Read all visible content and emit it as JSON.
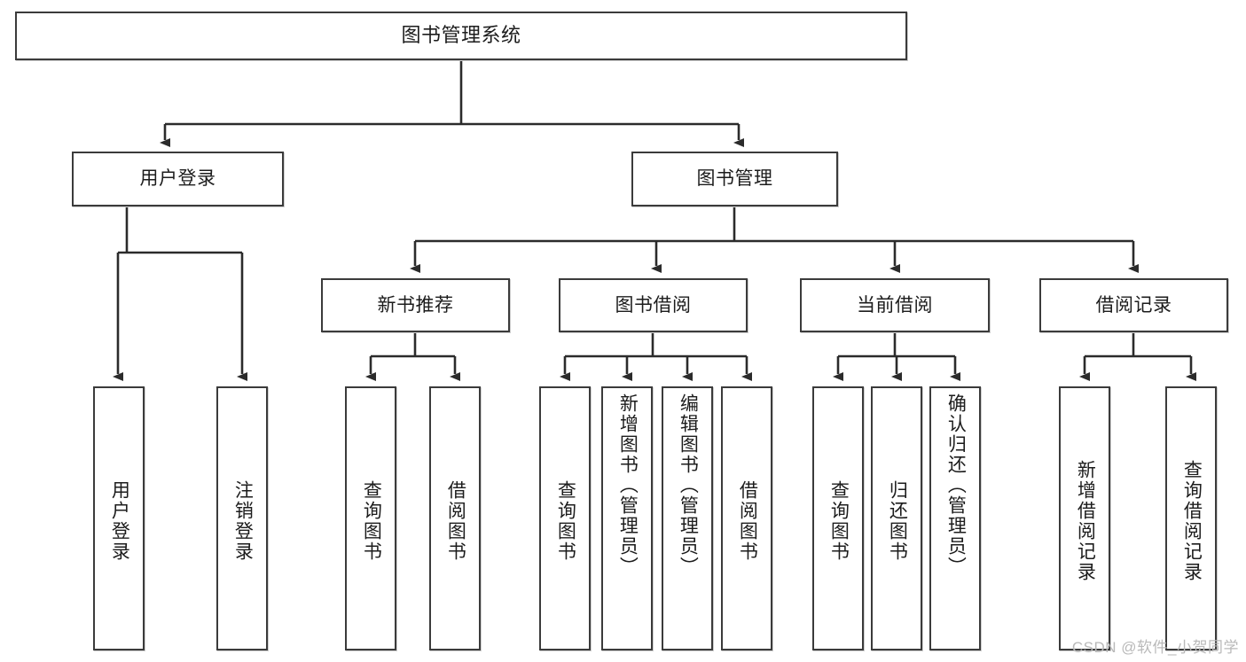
{
  "diagram": {
    "title": "图书管理系统",
    "type": "tree-hierarchy-diagram",
    "colors": {
      "box_border": "#3b3b3b",
      "box_fill": "#ffffff",
      "connector": "#2b2b2b",
      "text": "#1c1c1c",
      "watermark": "#b9b9b9"
    },
    "root": {
      "label": "图书管理系统"
    },
    "level2": [
      {
        "label": "用户登录"
      },
      {
        "label": "图书管理"
      }
    ],
    "level3": [
      {
        "label": "新书推荐"
      },
      {
        "label": "图书借阅"
      },
      {
        "label": "当前借阅"
      },
      {
        "label": "借阅记录"
      }
    ],
    "leaves": {
      "user_login": [
        {
          "label": "用户登录"
        },
        {
          "label": "注销登录"
        }
      ],
      "new_book_recommend": [
        {
          "label": "查询图书"
        },
        {
          "label": "借阅图书"
        }
      ],
      "book_borrow": [
        {
          "label": "查询图书"
        },
        {
          "label": "新增图书（管理员）"
        },
        {
          "label": "编辑图书（管理员）"
        },
        {
          "label": "借阅图书"
        }
      ],
      "current_borrow": [
        {
          "label": "查询图书"
        },
        {
          "label": "归还图书"
        },
        {
          "label": "确认归还（管理员）"
        }
      ],
      "borrow_record": [
        {
          "label": "新增借阅记录"
        },
        {
          "label": "查询借阅记录"
        }
      ]
    }
  },
  "watermark": {
    "text": "CSDN @软件_小贺同学"
  }
}
